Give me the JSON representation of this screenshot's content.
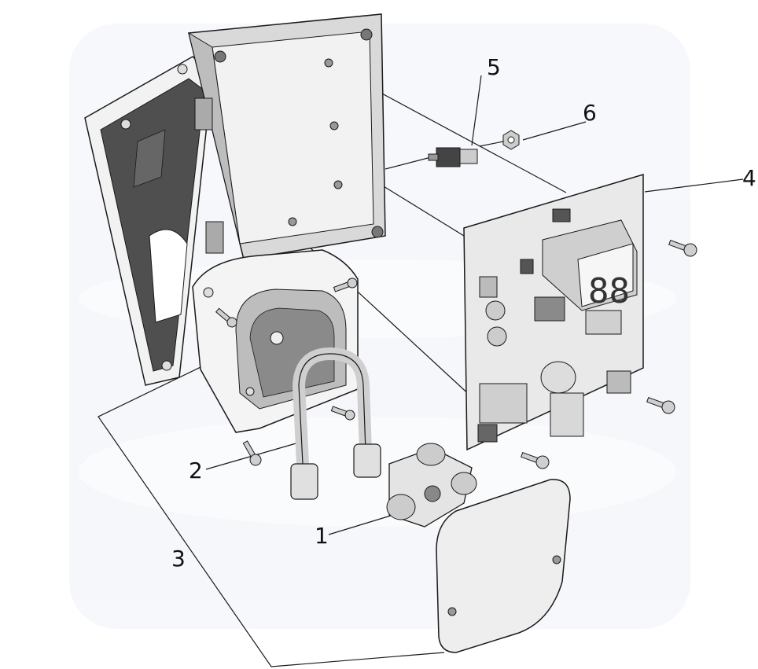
{
  "figure": {
    "background": "#ffffff",
    "watermark_color": "#e8edf3",
    "line_color": "#1a1a1a",
    "part_fill": "#f2f2f2",
    "part_shade": "#cfcfcf",
    "board_fill": "#e9e9e9",
    "dark_fill": "#555555"
  },
  "callouts": [
    {
      "id": "1",
      "label": "1"
    },
    {
      "id": "2",
      "label": "2"
    },
    {
      "id": "3",
      "label": "3"
    },
    {
      "id": "4",
      "label": "4"
    },
    {
      "id": "5",
      "label": "5"
    },
    {
      "id": "6",
      "label": "6"
    }
  ]
}
